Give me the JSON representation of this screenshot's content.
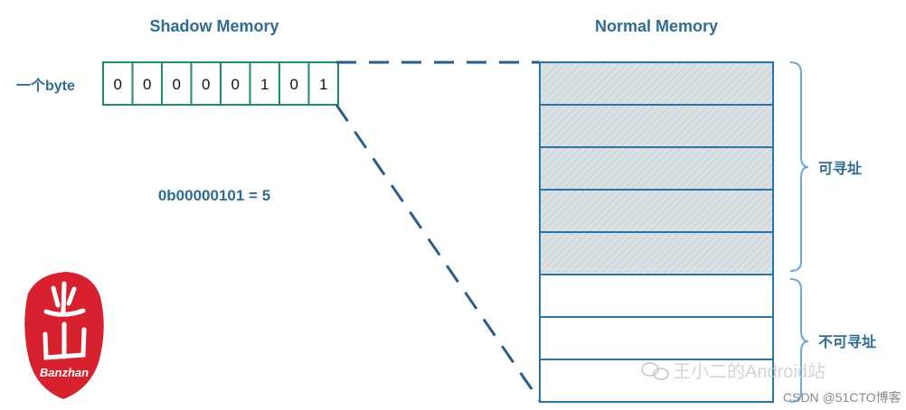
{
  "titles": {
    "shadow": "Shadow Memory",
    "normal": "Normal Memory"
  },
  "byte_label": "一个byte",
  "bits": [
    "0",
    "0",
    "0",
    "0",
    "0",
    "1",
    "0",
    "1"
  ],
  "binary_expr": "0b00000101 = 5",
  "labels": {
    "addressable": "可寻址",
    "not_addressable": "不可寻址"
  },
  "memory": {
    "total_blocks": 8,
    "addressable_blocks": 5
  },
  "logo_text": "Banzhan",
  "watermarks": {
    "wechat": "王小二的Android站",
    "csdn": "CSDN @51CTO博客"
  },
  "colors": {
    "title_blue": "#2e6c93",
    "bit_green": "#1f8a70",
    "memory_blue": "#2a74a8",
    "fill_shade": "#d6dfe2",
    "logo_red": "#d8212f"
  }
}
